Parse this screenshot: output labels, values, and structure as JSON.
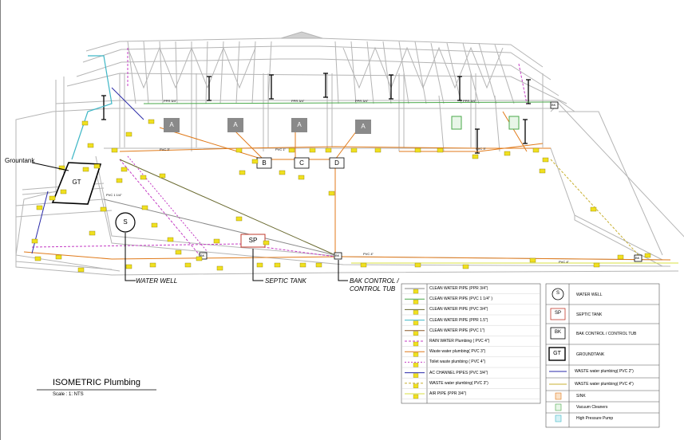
{
  "title": {
    "main": "ISOMETRIC Plumbing",
    "scale": "Scale : 1: NTS"
  },
  "callouts": {
    "grountank": "Grountank",
    "water_well": "WATER WELL",
    "septic_tank": "SEPTIC TANK",
    "bak_control_1": "BAK CONTROL /",
    "bak_control_2": "CONTROL TUB"
  },
  "equipment": {
    "gt": "GT",
    "sp": "SP",
    "s": "S",
    "b": "B",
    "c": "C",
    "d": "D",
    "a": "A",
    "bk": "BK"
  },
  "pipe_labels": {
    "ppr34_a": "PPR 3/4\"",
    "ppr34_b": "PPR 3/4\"",
    "ppr34_c": "PPR 3/4\"",
    "ppr34_d": "PPR 3/4\"",
    "pvc3_a": "PVC 3\"",
    "pvc3_b": "PVC 3\"",
    "pvc4_a": "PVC 4\"",
    "pvc4_b": "PVC 4\"",
    "pvc1_14": "PVC 1 1/4\"",
    "pvc1": "PVC 1\""
  },
  "legend_left": [
    {
      "text": "CLEAN WATER PIPE (PPR 3/4\")",
      "color": "#8a8a8a",
      "dash": ""
    },
    {
      "text": "CLEAN WATER PIPE (PVC 1 1/4\" )",
      "color": "#4aa84a",
      "dash": ""
    },
    {
      "text": "CLEAN WATER PIPE (PVC 3/4\")",
      "color": "#6a6a30",
      "dash": ""
    },
    {
      "text": "CLEAN WATER PIPE (PPR 1.5\")",
      "color": "#3fb7c6",
      "dash": ""
    },
    {
      "text": "CLEAN WATER PIPE (PVC 1\")",
      "color": "#8b5a2b",
      "dash": ""
    },
    {
      "text": "RAIN WATER Plumbing ( PVC 4\")",
      "color": "#c43cc4",
      "dash": "3,2"
    },
    {
      "text": "Waste water plumbing( PVC 3\")",
      "color": "#e07a1a",
      "dash": ""
    },
    {
      "text": "Toilet waste plumbing ( PVC 4\")",
      "color": "#c43cc4",
      "dash": "2,2"
    },
    {
      "text": "AC CHANNEL PIPES (PVC 3/4\")",
      "color": "#2a2aa8",
      "dash": ""
    },
    {
      "text": "WASTE water plumbing( PVC 3\")",
      "color": "#c8b030",
      "dash": "3,2"
    },
    {
      "text": "AIR PIPE (PPR 3/4\")",
      "color": "#d8e040",
      "dash": ""
    }
  ],
  "legend_right": {
    "symbols": [
      {
        "symbol": "S",
        "text": "WATER WELL"
      },
      {
        "symbol": "SP",
        "text": "SEPTIC TANK"
      },
      {
        "symbol": "BK",
        "text": "BAK CONTROL / CONTROL TUB"
      },
      {
        "symbol": "GT",
        "text": "GROUNDTANK"
      }
    ],
    "lines": [
      {
        "text": "WASTE water plumbing( PVC 2\")",
        "color": "#2a2aa8"
      },
      {
        "text": "WASTE water plumbing( PVC 4\")",
        "color": "#c8b030"
      }
    ],
    "fixtures": [
      {
        "text": "SINK",
        "color": "#e07a1a"
      },
      {
        "text": "Vacuum Cleaners",
        "color": "#4aa84a"
      },
      {
        "text": "High Pressure Pump",
        "color": "#3fb7c6"
      }
    ]
  },
  "colors": {
    "structure": "#b5b5b5",
    "waste": "#e07a1a",
    "rain": "#c43cc4",
    "ac": "#2a2aa8",
    "tag": "#f0e020",
    "clean": "#4aa84a",
    "air": "#d8e040"
  }
}
